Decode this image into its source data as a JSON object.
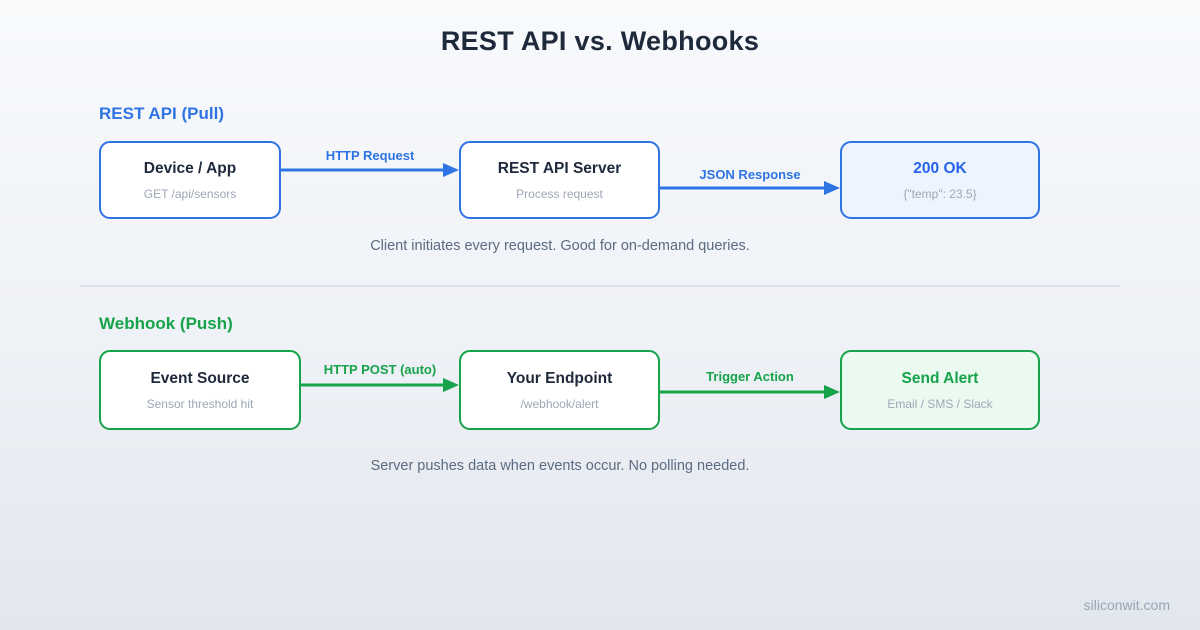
{
  "title": "REST API vs. Webhooks",
  "footer": "siliconwit.com",
  "colors": {
    "blue_accent": "#2f74e3",
    "green_accent": "#16a34a",
    "heading_text": "#1e293b",
    "subtitle_text": "#9ca7b6",
    "caption_text": "#5b6b80",
    "light_blue_fill": "#edf4fd",
    "light_green_fill": "#ecf9f1"
  },
  "sections": [
    {
      "label": "REST API (Pull)",
      "caption": "Client initiates every request. Good for on-demand queries.",
      "boxes": [
        {
          "title": "Device / App",
          "subtitle": "GET /api/sensors"
        },
        {
          "title": "REST API Server",
          "subtitle": "Process request"
        },
        {
          "title": "200 OK",
          "subtitle": "{\"temp\": 23.5}"
        }
      ],
      "arrows": [
        {
          "label": "HTTP Request"
        },
        {
          "label": "JSON Response"
        }
      ]
    },
    {
      "label": "Webhook (Push)",
      "caption": "Server pushes data when events occur. No polling needed.",
      "boxes": [
        {
          "title": "Event Source",
          "subtitle": "Sensor threshold hit"
        },
        {
          "title": "Your Endpoint",
          "subtitle": "/webhook/alert"
        },
        {
          "title": "Send Alert",
          "subtitle": "Email / SMS / Slack"
        }
      ],
      "arrows": [
        {
          "label": "HTTP POST (auto)"
        },
        {
          "label": "Trigger Action"
        }
      ]
    }
  ]
}
